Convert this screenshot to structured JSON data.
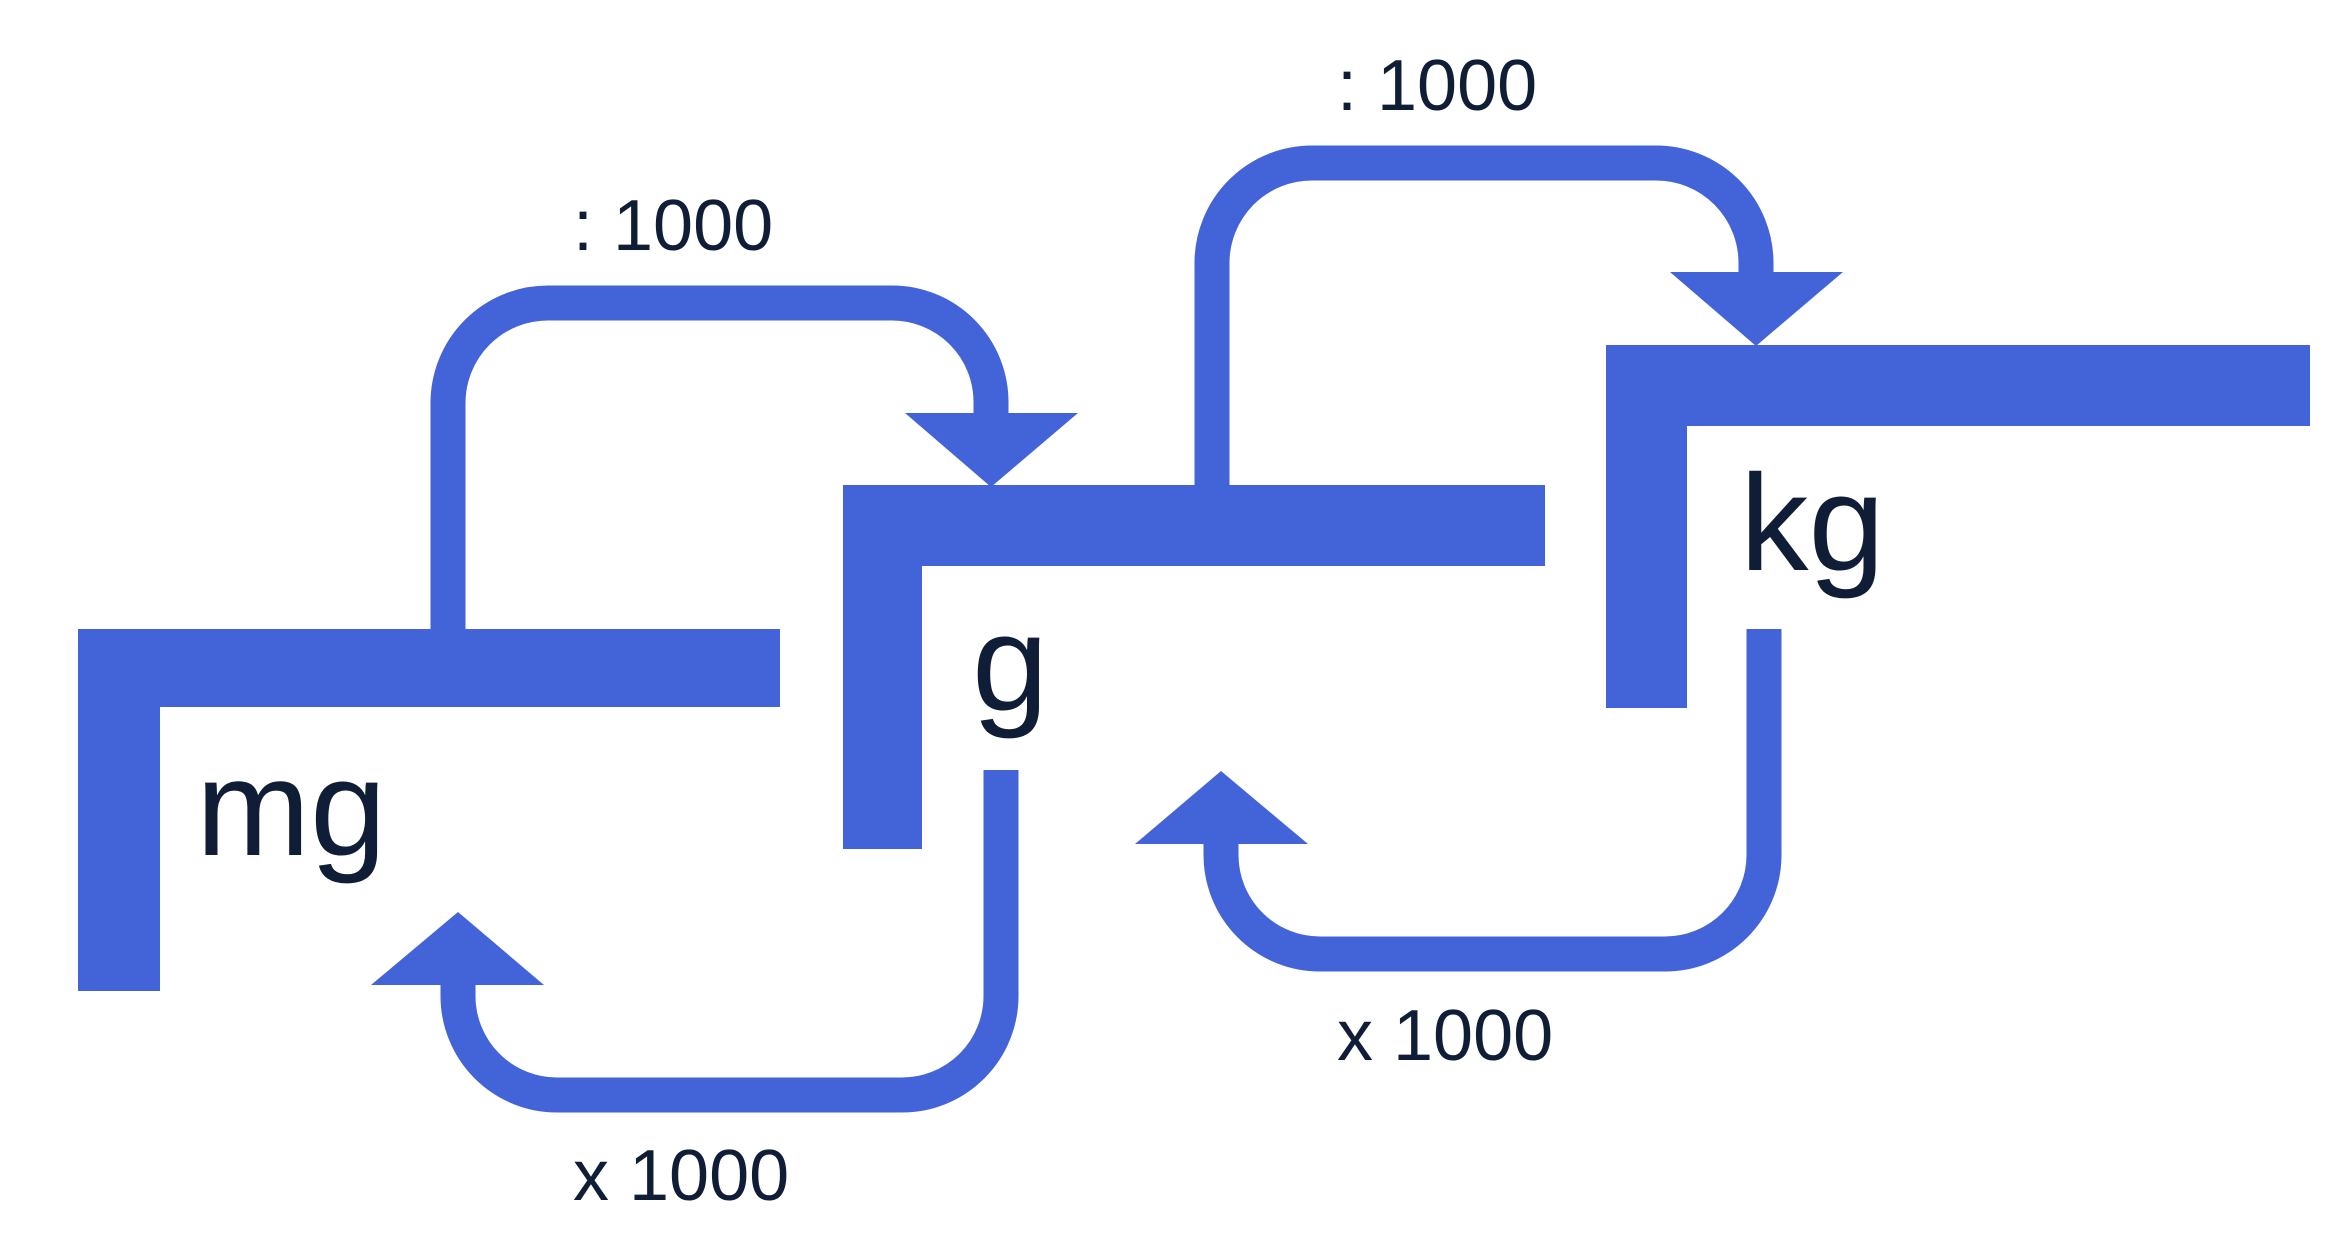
{
  "colors": {
    "step": "#4363d8",
    "text": "#0f1e36",
    "background": "#ffffff"
  },
  "units": {
    "mg": "mg",
    "g": "g",
    "kg": "kg"
  },
  "conversions": {
    "mg_to_g": ": 1000",
    "g_to_kg": ": 1000",
    "g_to_mg": "x 1000",
    "kg_to_g": "x 1000"
  }
}
